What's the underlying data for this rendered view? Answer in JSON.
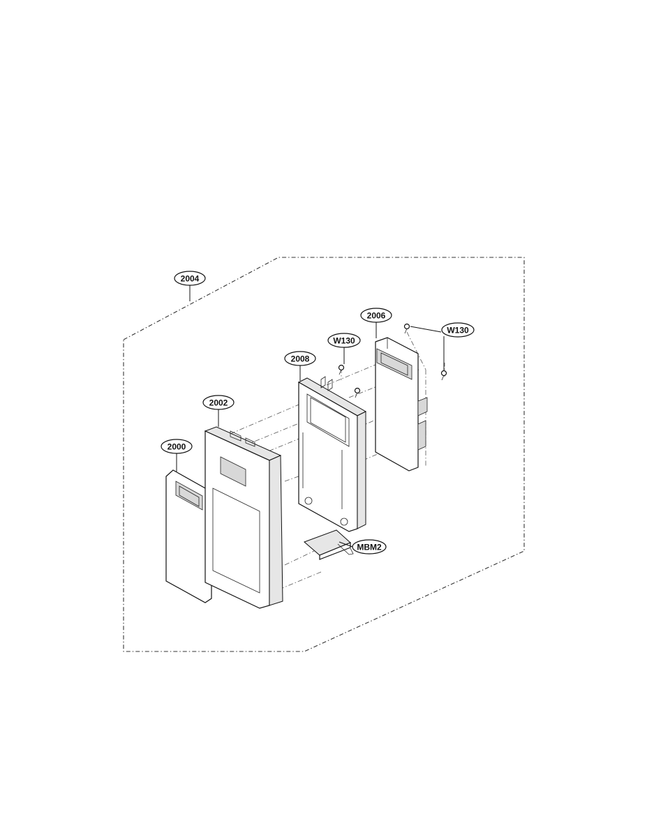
{
  "callouts": {
    "assembly": "2004",
    "control_panel": "2006",
    "screw_upper": "W130",
    "screw_right": "W130",
    "frame": "2008",
    "panel_cover": "2002",
    "film": "2000",
    "bracket": "MBM2"
  }
}
